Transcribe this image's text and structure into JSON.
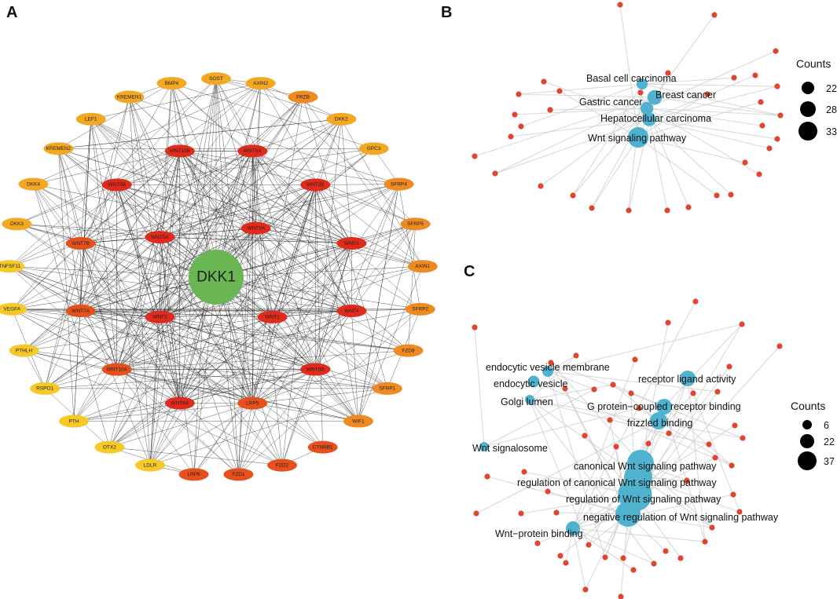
{
  "panels": {
    "a": {
      "letter": "A",
      "center": "DKK1",
      "colors": {
        "center": "#6ab655",
        "red": "#e02a1c",
        "redorange": "#e6501c",
        "orange": "#ef8a20",
        "amber": "#f3a822",
        "yellow": "#f6c928",
        "edge": "#2b2b2b"
      },
      "outer_ring": [
        {
          "label": "SOST",
          "tone": "amber"
        },
        {
          "label": "AXIN2",
          "tone": "amber"
        },
        {
          "label": "FRZB",
          "tone": "orange"
        },
        {
          "label": "DKK2",
          "tone": "amber"
        },
        {
          "label": "GPC3",
          "tone": "amber"
        },
        {
          "label": "SFRP4",
          "tone": "orange"
        },
        {
          "label": "SFRP5",
          "tone": "orange"
        },
        {
          "label": "AXIN1",
          "tone": "orange"
        },
        {
          "label": "SFRP2",
          "tone": "orange"
        },
        {
          "label": "FZD8",
          "tone": "orange"
        },
        {
          "label": "SFRP1",
          "tone": "orange"
        },
        {
          "label": "WIF1",
          "tone": "orange"
        },
        {
          "label": "CTNNB1",
          "tone": "redorange"
        },
        {
          "label": "FZD2",
          "tone": "redorange"
        },
        {
          "label": "FZD1",
          "tone": "redorange"
        },
        {
          "label": "LRP6",
          "tone": "redorange"
        },
        {
          "label": "LDLR",
          "tone": "yellow"
        },
        {
          "label": "OTX2",
          "tone": "yellow"
        },
        {
          "label": "PTH",
          "tone": "yellow"
        },
        {
          "label": "RSPO1",
          "tone": "yellow"
        },
        {
          "label": "PTHLH",
          "tone": "yellow"
        },
        {
          "label": "VEGFA",
          "tone": "yellow"
        },
        {
          "label": "TNFSF11",
          "tone": "yellow"
        },
        {
          "label": "DKK3",
          "tone": "amber"
        },
        {
          "label": "DKK4",
          "tone": "amber"
        },
        {
          "label": "KREMEN2",
          "tone": "amber"
        },
        {
          "label": "LEF1",
          "tone": "amber"
        },
        {
          "label": "KREMEN1",
          "tone": "amber"
        },
        {
          "label": "BMP4",
          "tone": "amber"
        }
      ],
      "middle_ring": [
        {
          "label": "WNT9A",
          "tone": "red"
        },
        {
          "label": "WNT2B",
          "tone": "red"
        },
        {
          "label": "WNT3",
          "tone": "red"
        },
        {
          "label": "WNT4",
          "tone": "red"
        },
        {
          "label": "WNT9B",
          "tone": "red"
        },
        {
          "label": "LRP5",
          "tone": "redorange"
        },
        {
          "label": "WNT8A",
          "tone": "red"
        },
        {
          "label": "WNT10A",
          "tone": "redorange"
        },
        {
          "label": "WNT7A",
          "tone": "redorange"
        },
        {
          "label": "WNT7B",
          "tone": "redorange"
        },
        {
          "label": "WNT5B",
          "tone": "red"
        },
        {
          "label": "WNT10B",
          "tone": "red"
        }
      ],
      "inner_ring": [
        {
          "label": "WNT3A",
          "tone": "red"
        },
        {
          "label": "WNT1",
          "tone": "red"
        },
        {
          "label": "WNT2",
          "tone": "red"
        },
        {
          "label": "WNT5A",
          "tone": "red"
        }
      ]
    },
    "b": {
      "letter": "B",
      "colors": {
        "term": "#4fb3cf",
        "gene": "#e0452f",
        "edge": "#cfcfcf"
      },
      "terms": [
        {
          "label": "Basal cell carcinoma",
          "count": 22
        },
        {
          "label": "Breast cancer",
          "count": 26
        },
        {
          "label": "Gastric cancer",
          "count": 24
        },
        {
          "label": "Hepatocellular carcinoma",
          "count": 25
        },
        {
          "label": "Wnt signaling pathway",
          "count": 33
        }
      ],
      "legend": {
        "title": "Counts",
        "values": [
          "22",
          "28",
          "33"
        ]
      }
    },
    "c": {
      "letter": "C",
      "colors": {
        "term": "#4fb3cf",
        "gene": "#e0452f",
        "edge": "#cfcfcf"
      },
      "terms": [
        {
          "label": "endocytic vesicle membrane",
          "count": 8
        },
        {
          "label": "endocytic vesicle",
          "count": 9
        },
        {
          "label": "Golgi lumen",
          "count": 6
        },
        {
          "label": "receptor ligand activity",
          "count": 14
        },
        {
          "label": "G protein−coupled receptor binding",
          "count": 14
        },
        {
          "label": "frizzled binding",
          "count": 16
        },
        {
          "label": "Wnt signalosome",
          "count": 6
        },
        {
          "label": "canonical Wnt signaling pathway",
          "count": 28
        },
        {
          "label": "regulation of canonical Wnt signaling pathway",
          "count": 30
        },
        {
          "label": "regulation of Wnt signaling pathway",
          "count": 37
        },
        {
          "label": "negative regulation of Wnt signaling pathway",
          "count": 26
        },
        {
          "label": "Wnt−protein binding",
          "count": 12
        }
      ],
      "legend": {
        "title": "Counts",
        "values": [
          "6",
          "22",
          "37"
        ]
      }
    }
  }
}
